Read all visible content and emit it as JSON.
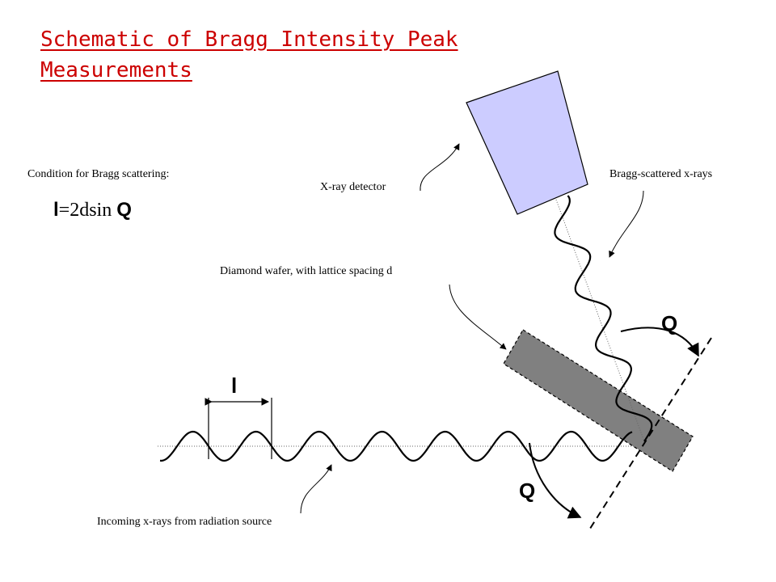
{
  "title": "Schematic of Bragg Intensity Peak Measurements",
  "labels": {
    "condition": "Condition for Bragg scattering:",
    "detector": "X-ray detector",
    "scattered": "Bragg-scattered x-rays",
    "wafer": "Diamond wafer, with lattice spacing d",
    "incoming": "Incoming x-rays from radiation source"
  },
  "equation": {
    "lambda": "l",
    "rest": "=2dsin",
    "theta": "Q"
  },
  "symbols": {
    "wavelength": "l",
    "theta_incident": "Q",
    "theta_scattered": "Q"
  },
  "colors": {
    "title": "#cc0000",
    "detector_fill": "#ccccff",
    "wafer_fill": "#808080"
  }
}
